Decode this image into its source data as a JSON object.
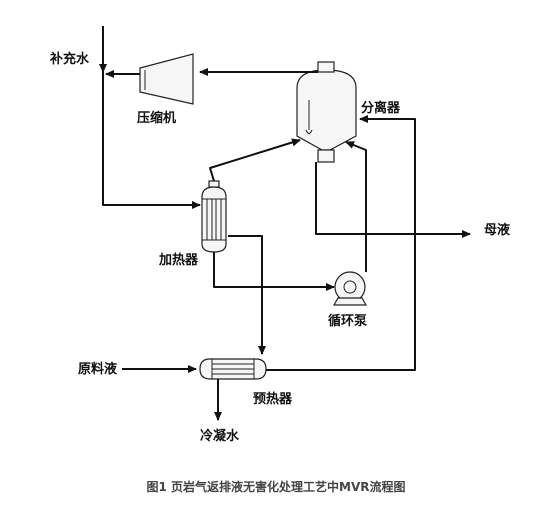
{
  "labels": {
    "makeup_water": "补充水",
    "compressor": "压缩机",
    "separator": "分离器",
    "heater": "加热器",
    "mother_liquor": "母液",
    "circulation_pump": "循环泵",
    "raw_liquid": "原料液",
    "preheater": "预热器",
    "condensate": "冷凝水"
  },
  "caption": "图1 页岩气返排液无害化处理工艺中MVR流程图",
  "colors": {
    "line": "#111111",
    "caption": "#444444"
  }
}
